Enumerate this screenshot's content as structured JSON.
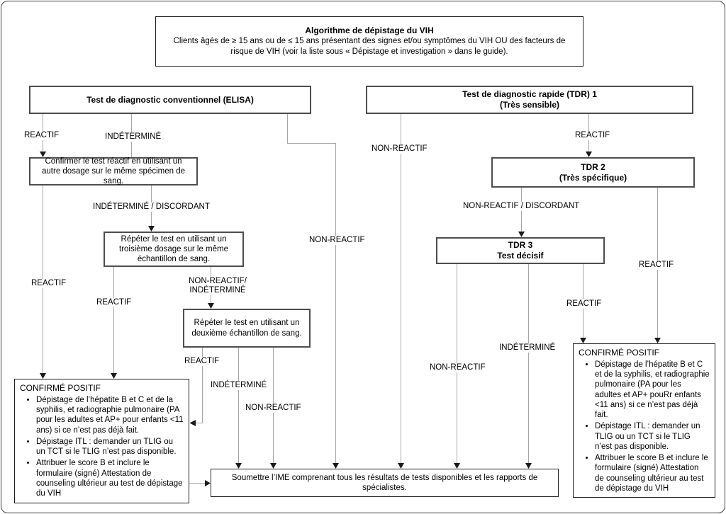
{
  "header": {
    "title": "Algorithme de dépistage du VIH",
    "subtitle": "Clients âgés de ≥ 15 ans ou de ≤ 15 ans présentant des signes et/ou symptômes du VIH OU des facteurs de risque de VIH (voir la liste sous « Dépistage et investigation » dans le guide)."
  },
  "nodes": {
    "elisa": {
      "title": "Test de diagnostic conventionnel (ELISA)"
    },
    "tdr1": {
      "line1": "Test de diagnostic rapide (TDR) 1",
      "line2": "(Très sensible)"
    },
    "confirm": {
      "text": "Confirmer le test réactif en utilisant un autre dosage sur le même spécimen de sang."
    },
    "repeat3": {
      "text": "Répéter le test en utilisant un troisième dosage sur le même échantillon de sang."
    },
    "repeat2": {
      "text": "Répéter le test en utilisant un deuxième échantillon de sang."
    },
    "tdr2": {
      "line1": "TDR 2",
      "line2": "(Très spécifique)"
    },
    "tdr3": {
      "line1": "TDR 3",
      "line2": "Test décisif"
    },
    "conf_left": {
      "title": "CONFIRMÉ POSITIF",
      "bullets": [
        "Dépistage de l’hépatite B et C et de la syphilis, et radiographie pulmonaire (PA pour les adultes et AP+ pour enfants <11 ans) si ce n’est pas déjà fait.",
        "Dépistage ITL : demander un TLIG ou un TCT si le TLIG n’est pas disponible.",
        "Attribuer le score B et inclure le formulaire (signé) Attestation de counseling ultérieur au test de dépistage du VIH"
      ]
    },
    "conf_right": {
      "title": "CONFIRMÉ POSITIF",
      "bullets": [
        "Dépistage de l’hépatite B et C et de la syphilis, et radiographie pulmonaire (PA pour les adultes et AP+ pouRr enfants <11 ans) si ce n’est pas déjà fait.",
        "Dépistage ITL : demander un TLIG ou un TCT si le TLIG n’est pas disponible.",
        "Attribuer le score B et inclure le formulaire (signé) Attestation de counseling ultérieur au test de dépistage du VIH"
      ]
    },
    "submit": {
      "text": "Soumettre l’IME comprenant tous les résultats de tests disponibles et les rapports de spécialistes."
    }
  },
  "labels": {
    "elisa_reactif": "REACTIF",
    "elisa_indetermine": "INDÉTERMINÉ",
    "elisa_nonreactif": "NON-REACTIF",
    "confirm_reactif": "REACTIF",
    "confirm_indetermine_discordant": "INDÉTERMINÉ / DISCORDANT",
    "repeat3_reactif": "REACTIF",
    "repeat3_nonreactif_indetermine": {
      "line1": "NON-REACTIF/",
      "line2": "INDÉTERMINÉ"
    },
    "repeat2_reactif": "REACTIF",
    "repeat2_indetermine": "INDÉTERMINÉ",
    "repeat2_nonreactif": "NON-REACTIF",
    "tdr1_nonreactif": "NON-REACTIF",
    "tdr1_reactif": "REACTIF",
    "tdr2_nonreactif_discordant": "NON-REACTIF / DISCORDANT",
    "tdr2_reactif": "REACTIF",
    "tdr3_reactif": "REACTIF",
    "tdr3_indetermine": "INDÉTERMINÉ",
    "tdr3_nonreactif": "NON-REACTIF"
  },
  "colors": {
    "line": "#a6a6a6",
    "arrow": "#1a1a1a",
    "box_border": "#4d4d4d"
  }
}
